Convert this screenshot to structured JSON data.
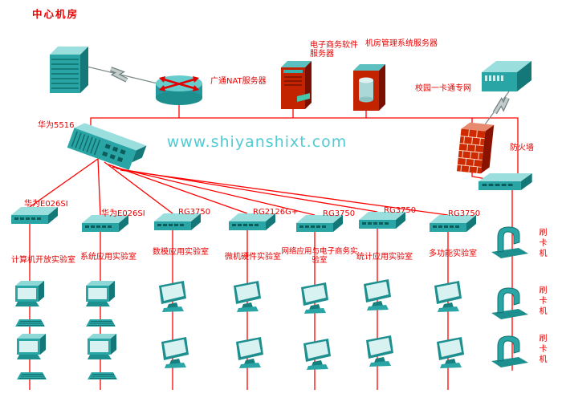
{
  "title": "中心机房",
  "watermark": "www.shiyanshixt.com",
  "colors": {
    "label_red": "#e60000",
    "line_red": "#ff0000",
    "device_teal": "#2aa5a5",
    "server_red": "#c42300"
  },
  "labels": {
    "nat_server": "广通NAT服务器",
    "ecommerce_server": "电子商务软件服务器",
    "mgmt_server": "机房管理系统服务器",
    "campus_card_net": "校园一卡通专网",
    "core_switch": "华为5516",
    "firewall": "防火墙"
  },
  "switch_rows": [
    {
      "model": "华为E026SI",
      "room": "计算机开放实验室"
    },
    {
      "model": "华为E026SI",
      "room": "系统应用实验室"
    },
    {
      "model": "RG3750",
      "room": "数模应用实验室"
    },
    {
      "model": "RG2126G+",
      "room": "微机硬件实验室"
    },
    {
      "model": "RG3750",
      "room": "网络应用与电子商务实验室"
    },
    {
      "model": "RG3750",
      "room": "统计应用实验室"
    },
    {
      "model": "RG3750",
      "room": "多功能实验室"
    }
  ],
  "card_readers": [
    {
      "label": "刷卡机"
    },
    {
      "label": "刷卡机"
    },
    {
      "label": "刷卡机"
    }
  ]
}
